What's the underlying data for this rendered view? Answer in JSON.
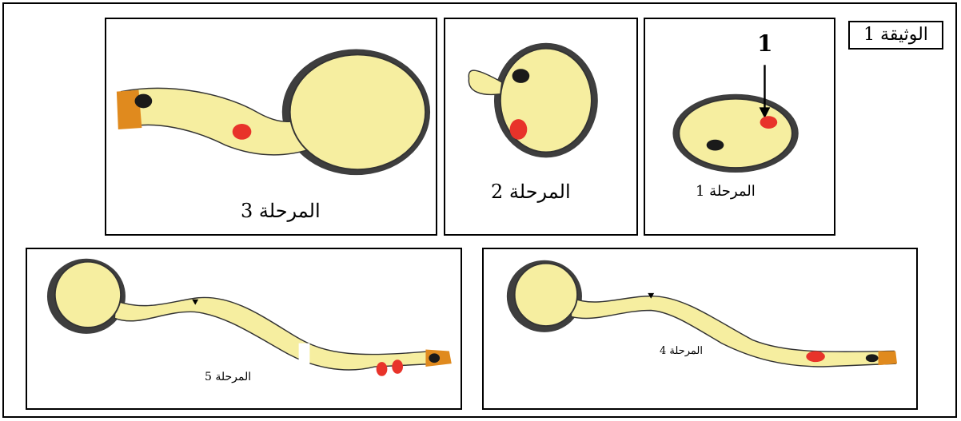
{
  "document": {
    "title": "الوثيقة 1"
  },
  "panels": [
    {
      "id": "stage1",
      "label": "المرحلة 1",
      "marker": "1"
    },
    {
      "id": "stage2",
      "label": "المرحلة 2"
    },
    {
      "id": "stage3",
      "label": "المرحلة 3"
    },
    {
      "id": "stage4",
      "label": "المرحلة 4"
    },
    {
      "id": "stage5",
      "label": "المرحلة 5"
    }
  ],
  "colors": {
    "cytoplasm": "#f6eea0",
    "nucleus_red": "#e8332a",
    "nucleus_dark": "#1a1a1a",
    "wall": "#1c1c1c",
    "tip": "#e08a1e"
  }
}
